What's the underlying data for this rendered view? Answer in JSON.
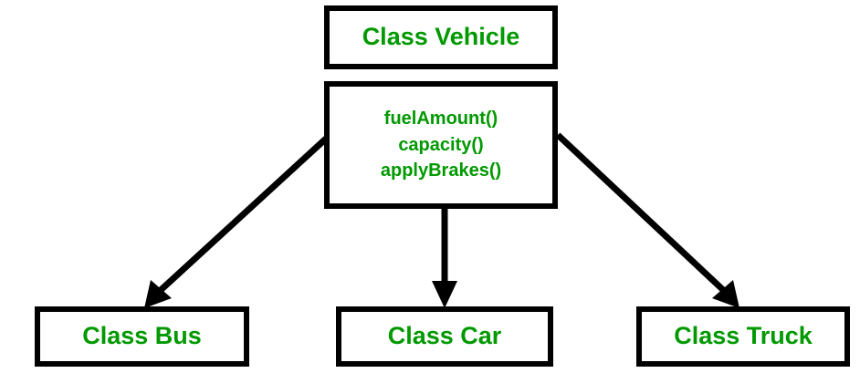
{
  "diagram": {
    "type": "class-inheritance",
    "title_color": "#009900",
    "line_color": "#000000",
    "background": "#ffffff",
    "parent": {
      "title": "Class Vehicle",
      "members_label": "methods",
      "methods": [
        "fuelAmount()",
        "capacity()",
        "applyBrakes()"
      ]
    },
    "children": [
      {
        "title": "Class Bus"
      },
      {
        "title": "Class Car"
      },
      {
        "title": "Class Truck"
      }
    ],
    "connections": [
      {
        "from": "Class Vehicle",
        "to": "Class Bus",
        "style": "solid-arrow"
      },
      {
        "from": "Class Vehicle",
        "to": "Class Car",
        "style": "solid-arrow"
      },
      {
        "from": "Class Vehicle",
        "to": "Class Truck",
        "style": "solid-arrow"
      }
    ]
  }
}
